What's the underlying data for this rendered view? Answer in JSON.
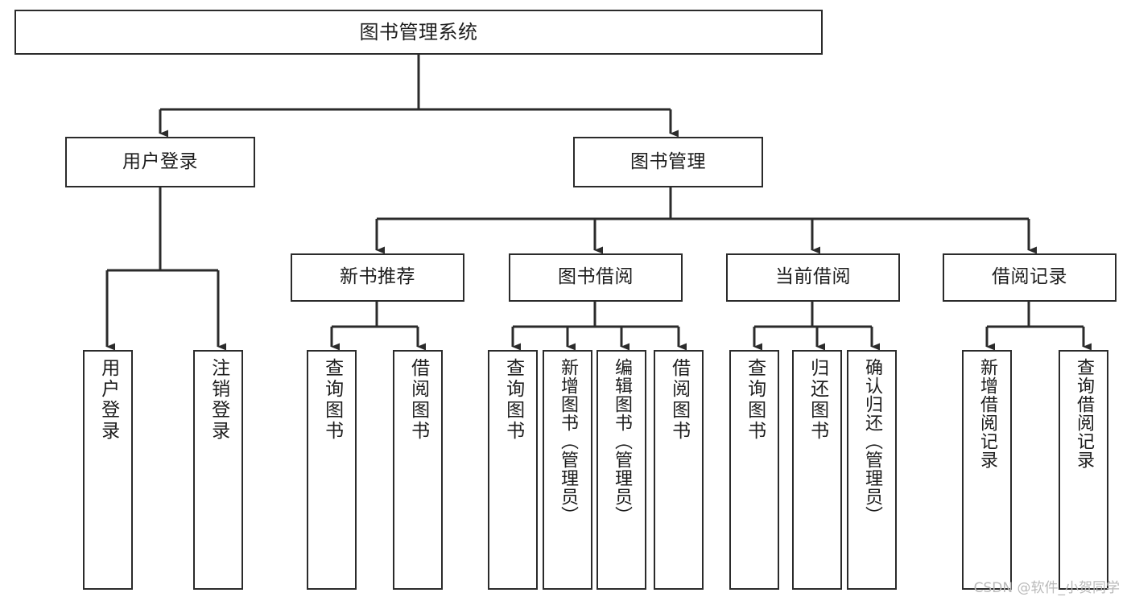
{
  "diagram": {
    "type": "tree-hierarchy-chart",
    "title": "图书管理系统",
    "line_color": "#2b2b2b",
    "box_fill": "#ffffff",
    "text_color": "#1d1d1d",
    "watermark": "CSDN @软件_小贺同学",
    "nodes": {
      "root": {
        "label": "图书管理系统"
      },
      "level2": [
        {
          "id": "user-login",
          "label": "用户登录"
        },
        {
          "id": "book-manage",
          "label": "图书管理"
        }
      ],
      "level3": [
        {
          "id": "new-book-rec",
          "label": "新书推荐"
        },
        {
          "id": "book-borrow",
          "label": "图书借阅"
        },
        {
          "id": "current-borrow",
          "label": "当前借阅"
        },
        {
          "id": "borrow-record",
          "label": "借阅记录"
        }
      ],
      "leaves": [
        {
          "id": "leaf-user-login",
          "label": "用户登录"
        },
        {
          "id": "leaf-logout",
          "label": "注销登录"
        },
        {
          "id": "leaf-query-book-1",
          "label": "查询图书"
        },
        {
          "id": "leaf-borrow-book-1",
          "label": "借阅图书"
        },
        {
          "id": "leaf-query-book-2",
          "label": "查询图书"
        },
        {
          "id": "leaf-add-book",
          "label": "新增图书（管理员）"
        },
        {
          "id": "leaf-edit-book",
          "label": "编辑图书（管理员）"
        },
        {
          "id": "leaf-borrow-book-2",
          "label": "借阅图书"
        },
        {
          "id": "leaf-query-book-3",
          "label": "查询图书"
        },
        {
          "id": "leaf-return-book",
          "label": "归还图书"
        },
        {
          "id": "leaf-confirm-return",
          "label": "确认归还（管理员）"
        },
        {
          "id": "leaf-add-record",
          "label": "新增借阅记录"
        },
        {
          "id": "leaf-query-record",
          "label": "查询借阅记录"
        }
      ]
    },
    "edges": [
      {
        "from": "图书管理系统",
        "to": "用户登录"
      },
      {
        "from": "图书管理系统",
        "to": "图书管理"
      },
      {
        "from": "用户登录",
        "to": "用户登录"
      },
      {
        "from": "用户登录",
        "to": "注销登录"
      },
      {
        "from": "图书管理",
        "to": "新书推荐"
      },
      {
        "from": "图书管理",
        "to": "图书借阅"
      },
      {
        "from": "图书管理",
        "to": "当前借阅"
      },
      {
        "from": "图书管理",
        "to": "借阅记录"
      },
      {
        "from": "新书推荐",
        "to": "查询图书"
      },
      {
        "from": "新书推荐",
        "to": "借阅图书"
      },
      {
        "from": "图书借阅",
        "to": "查询图书"
      },
      {
        "from": "图书借阅",
        "to": "新增图书（管理员）"
      },
      {
        "from": "图书借阅",
        "to": "编辑图书（管理员）"
      },
      {
        "from": "图书借阅",
        "to": "借阅图书"
      },
      {
        "from": "当前借阅",
        "to": "查询图书"
      },
      {
        "from": "当前借阅",
        "to": "归还图书"
      },
      {
        "from": "当前借阅",
        "to": "确认归还（管理员）"
      },
      {
        "from": "借阅记录",
        "to": "新增借阅记录"
      },
      {
        "from": "借阅记录",
        "to": "查询借阅记录"
      }
    ]
  }
}
